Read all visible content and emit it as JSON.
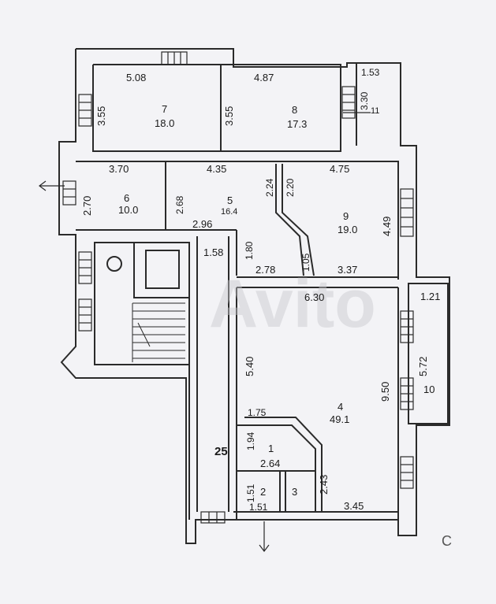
{
  "rooms": [
    {
      "number": "7",
      "area": "18.0"
    },
    {
      "number": "8",
      "area": "17.3"
    },
    {
      "number": "6",
      "area": "10.0"
    },
    {
      "number": "5",
      "area": "16.4"
    },
    {
      "number": "9",
      "area": "19.0"
    },
    {
      "number": "4",
      "area": "49.1"
    },
    {
      "number": "1",
      "area": ""
    },
    {
      "number": "2",
      "area": ""
    },
    {
      "number": "3",
      "area": ""
    },
    {
      "number": "10",
      "area": ""
    },
    {
      "number": "11",
      "area": ""
    }
  ],
  "dimensions": {
    "d508": "5.08",
    "d487": "4.87",
    "d153": "1.53",
    "d355a": "3.55",
    "d355b": "3.55",
    "d330": "3.30",
    "d370": "3.70",
    "d435": "4.35",
    "d224": "2.24",
    "d220": "2.20",
    "d475": "4.75",
    "d270": "2.70",
    "d268": "2.68",
    "d449": "4.49",
    "d296": "2.96",
    "d158": "1.58",
    "d180": "1.80",
    "d105": "1.05",
    "d278": "2.78",
    "d337": "3.37",
    "d630": "6.30",
    "d121": "1.21",
    "d540": "5.40",
    "d950": "9.50",
    "d572": "5.72",
    "d175": "1.75",
    "d194": "1.94",
    "d264": "2.64",
    "d243": "2.43",
    "d151a": "1.51",
    "d151b": "1.51",
    "d345": "3.45"
  },
  "marks": {
    "stair_label": "25",
    "c_mark": "C"
  },
  "watermark": "Avito",
  "colors": {
    "paper": "#f3f3f6",
    "ink": "#2a2a2a"
  }
}
